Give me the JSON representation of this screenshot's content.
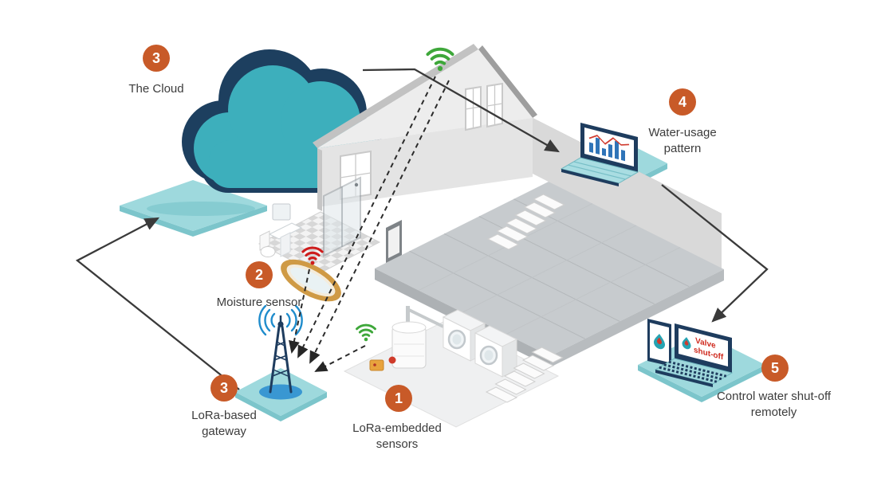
{
  "diagram": {
    "steps": [
      {
        "id": "cloud",
        "number": "3",
        "label": "The Cloud"
      },
      {
        "id": "water-usage",
        "number": "4",
        "label": "Water-usage pattern"
      },
      {
        "id": "moisture",
        "number": "2",
        "label": "Moisture sensor"
      },
      {
        "id": "gateway",
        "number": "3",
        "label": "LoRa-based gateway"
      },
      {
        "id": "sensors",
        "number": "1",
        "label": "LoRa-embedded sensors"
      },
      {
        "id": "control",
        "number": "5",
        "label": "Control water shut-off remotely"
      }
    ],
    "screens": {
      "valve_line1": "Valve",
      "valve_line2": "shut-off"
    },
    "colors": {
      "badge": "#c85a28",
      "cloud_front": "#3dafbc",
      "cloud_back": "#1d3f5f",
      "platform": "#9ed9dd",
      "wifi_green": "#3ea73a",
      "wifi_red": "#ce1c1c",
      "radio_blue": "#1f8ccc",
      "arrow": "#3a3a3a",
      "label_text": "#3c3c3c"
    }
  }
}
